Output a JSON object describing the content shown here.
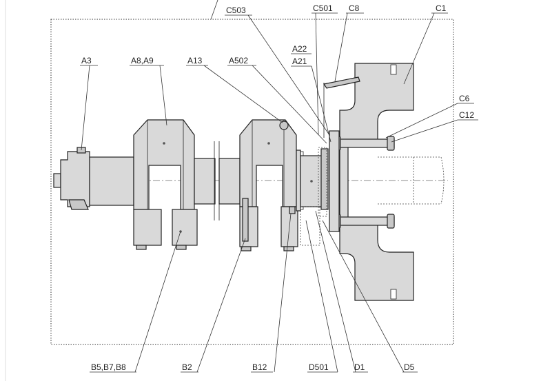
{
  "diagram": {
    "labels": {
      "A3": "A3",
      "A8A9": "A8,A9",
      "A13": "A13",
      "A502": "A502",
      "C503": "C503",
      "C501": "C501",
      "C8": "C8",
      "C1": "C1",
      "A22": "A22",
      "A21": "A21",
      "C6": "C6",
      "C12": "C12",
      "B5B7B8": "B5,B7,B8",
      "B2": "B2",
      "B12": "B12",
      "D501": "D501",
      "D1": "D1",
      "D5": "D5"
    }
  }
}
